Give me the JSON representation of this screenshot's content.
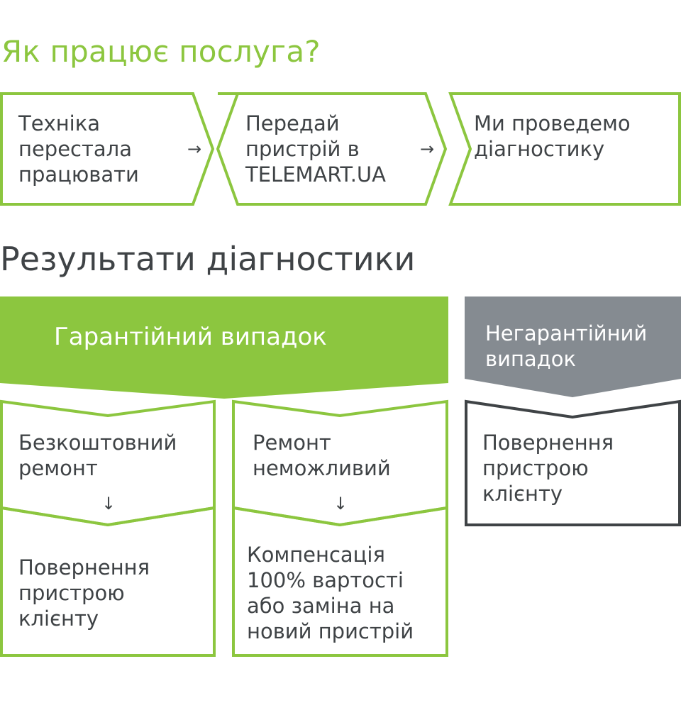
{
  "heading_service": "Як працює послуга?",
  "steps": [
    {
      "text": "Техніка\nперестала\nпрацювати"
    },
    {
      "text": "Передай\nпристрій в\nTELEMART.UA"
    },
    {
      "text": "Ми проведемо\nдіагностику"
    }
  ],
  "step_arrow_glyph": "→",
  "heading_results": "Результати діагностики",
  "warranty": {
    "label": "Гарантійний випадок",
    "color": "#8cc63f",
    "branches": [
      {
        "top": "Безкоштовний\nремонт",
        "bottom": "Повернення\nпристрою\nклієнту"
      },
      {
        "top": "Ремонт\nнеможливий",
        "bottom": "Компенсація\n100% вартості\nабо заміна на\nновий пристрій"
      }
    ]
  },
  "non_warranty": {
    "label": "Негарантійний\nвипадок",
    "color": "#858b91",
    "result": "Повернення\nпристрою\nклієнту"
  },
  "down_arrow_glyph": "↓",
  "colors": {
    "accent_green": "#8cc63f",
    "text_dark": "#3f4346",
    "grey_banner": "#858b91",
    "grey_outline": "#3f4346"
  }
}
